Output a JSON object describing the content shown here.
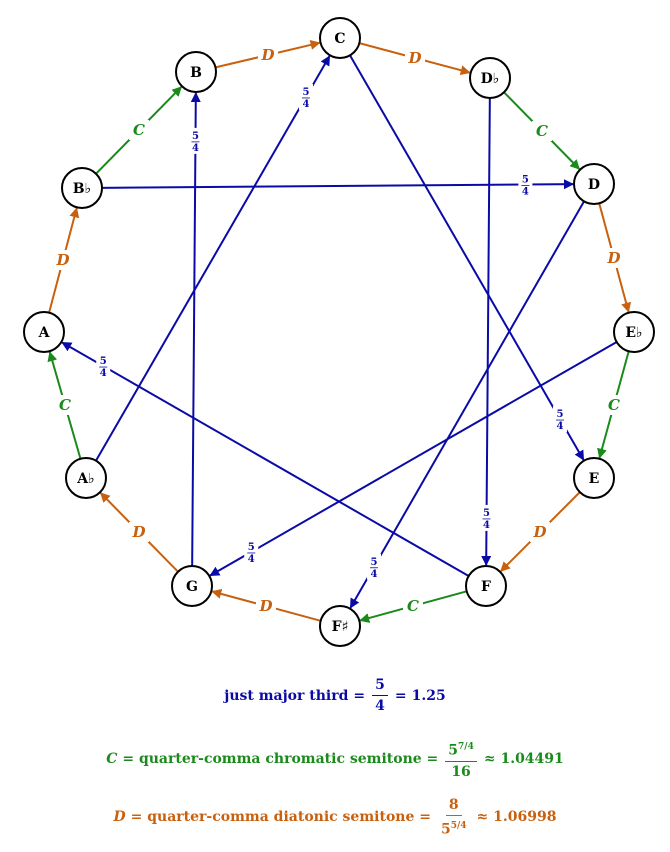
{
  "colors": {
    "third": "#0a0aa6",
    "chromatic": "#1a8a1a",
    "diatonic": "#c8600e",
    "node": "#000000"
  },
  "nodes": [
    "C",
    "D♭",
    "D",
    "E♭",
    "E",
    "F",
    "F♯",
    "G",
    "A♭",
    "A",
    "B♭",
    "B"
  ],
  "cycle_edges": [
    {
      "from": "C",
      "to": "D♭",
      "label": "D",
      "kind": "diatonic"
    },
    {
      "from": "D♭",
      "to": "D",
      "label": "C",
      "kind": "chromatic"
    },
    {
      "from": "D",
      "to": "E♭",
      "label": "D",
      "kind": "diatonic"
    },
    {
      "from": "E♭",
      "to": "E",
      "label": "C",
      "kind": "chromatic"
    },
    {
      "from": "E",
      "to": "F",
      "label": "D",
      "kind": "diatonic"
    },
    {
      "from": "F",
      "to": "F♯",
      "label": "C",
      "kind": "chromatic"
    },
    {
      "from": "F♯",
      "to": "G",
      "label": "D",
      "kind": "diatonic"
    },
    {
      "from": "G",
      "to": "A♭",
      "label": "D",
      "kind": "diatonic"
    },
    {
      "from": "A♭",
      "to": "A",
      "label": "C",
      "kind": "chromatic"
    },
    {
      "from": "A",
      "to": "B♭",
      "label": "D",
      "kind": "diatonic"
    },
    {
      "from": "B♭",
      "to": "B",
      "label": "C",
      "kind": "chromatic"
    },
    {
      "from": "B",
      "to": "C",
      "label": "D",
      "kind": "diatonic"
    }
  ],
  "third_edges": [
    {
      "from": "B♭",
      "to": "D",
      "num": "5",
      "den": "4"
    },
    {
      "from": "A♭",
      "to": "C",
      "num": "5",
      "den": "4"
    },
    {
      "from": "G",
      "to": "B",
      "num": "5",
      "den": "4"
    },
    {
      "from": "C",
      "to": "E",
      "num": "5",
      "den": "4"
    },
    {
      "from": "D♭",
      "to": "F",
      "num": "5",
      "den": "4"
    },
    {
      "from": "D",
      "to": "F♯",
      "num": "5",
      "den": "4"
    },
    {
      "from": "E♭",
      "to": "G",
      "num": "5",
      "den": "4"
    },
    {
      "from": "F",
      "to": "A",
      "num": "5",
      "den": "4"
    }
  ],
  "legend": {
    "third": {
      "name": "just major third",
      "eq": "=",
      "num": "5",
      "den": "4",
      "eq2": "=",
      "value": "1.25"
    },
    "chromatic": {
      "symbol": "C",
      "name": "= quarter-comma chromatic semitone =",
      "num_base": "5",
      "num_exp": "7/4",
      "den": "16",
      "approx": "≈ 1.04491"
    },
    "diatonic": {
      "symbol": "D",
      "name": "= quarter-comma diatonic semitone =",
      "num": "8",
      "den_base": "5",
      "den_exp": "5/4",
      "approx": "≈ 1.06998"
    }
  }
}
